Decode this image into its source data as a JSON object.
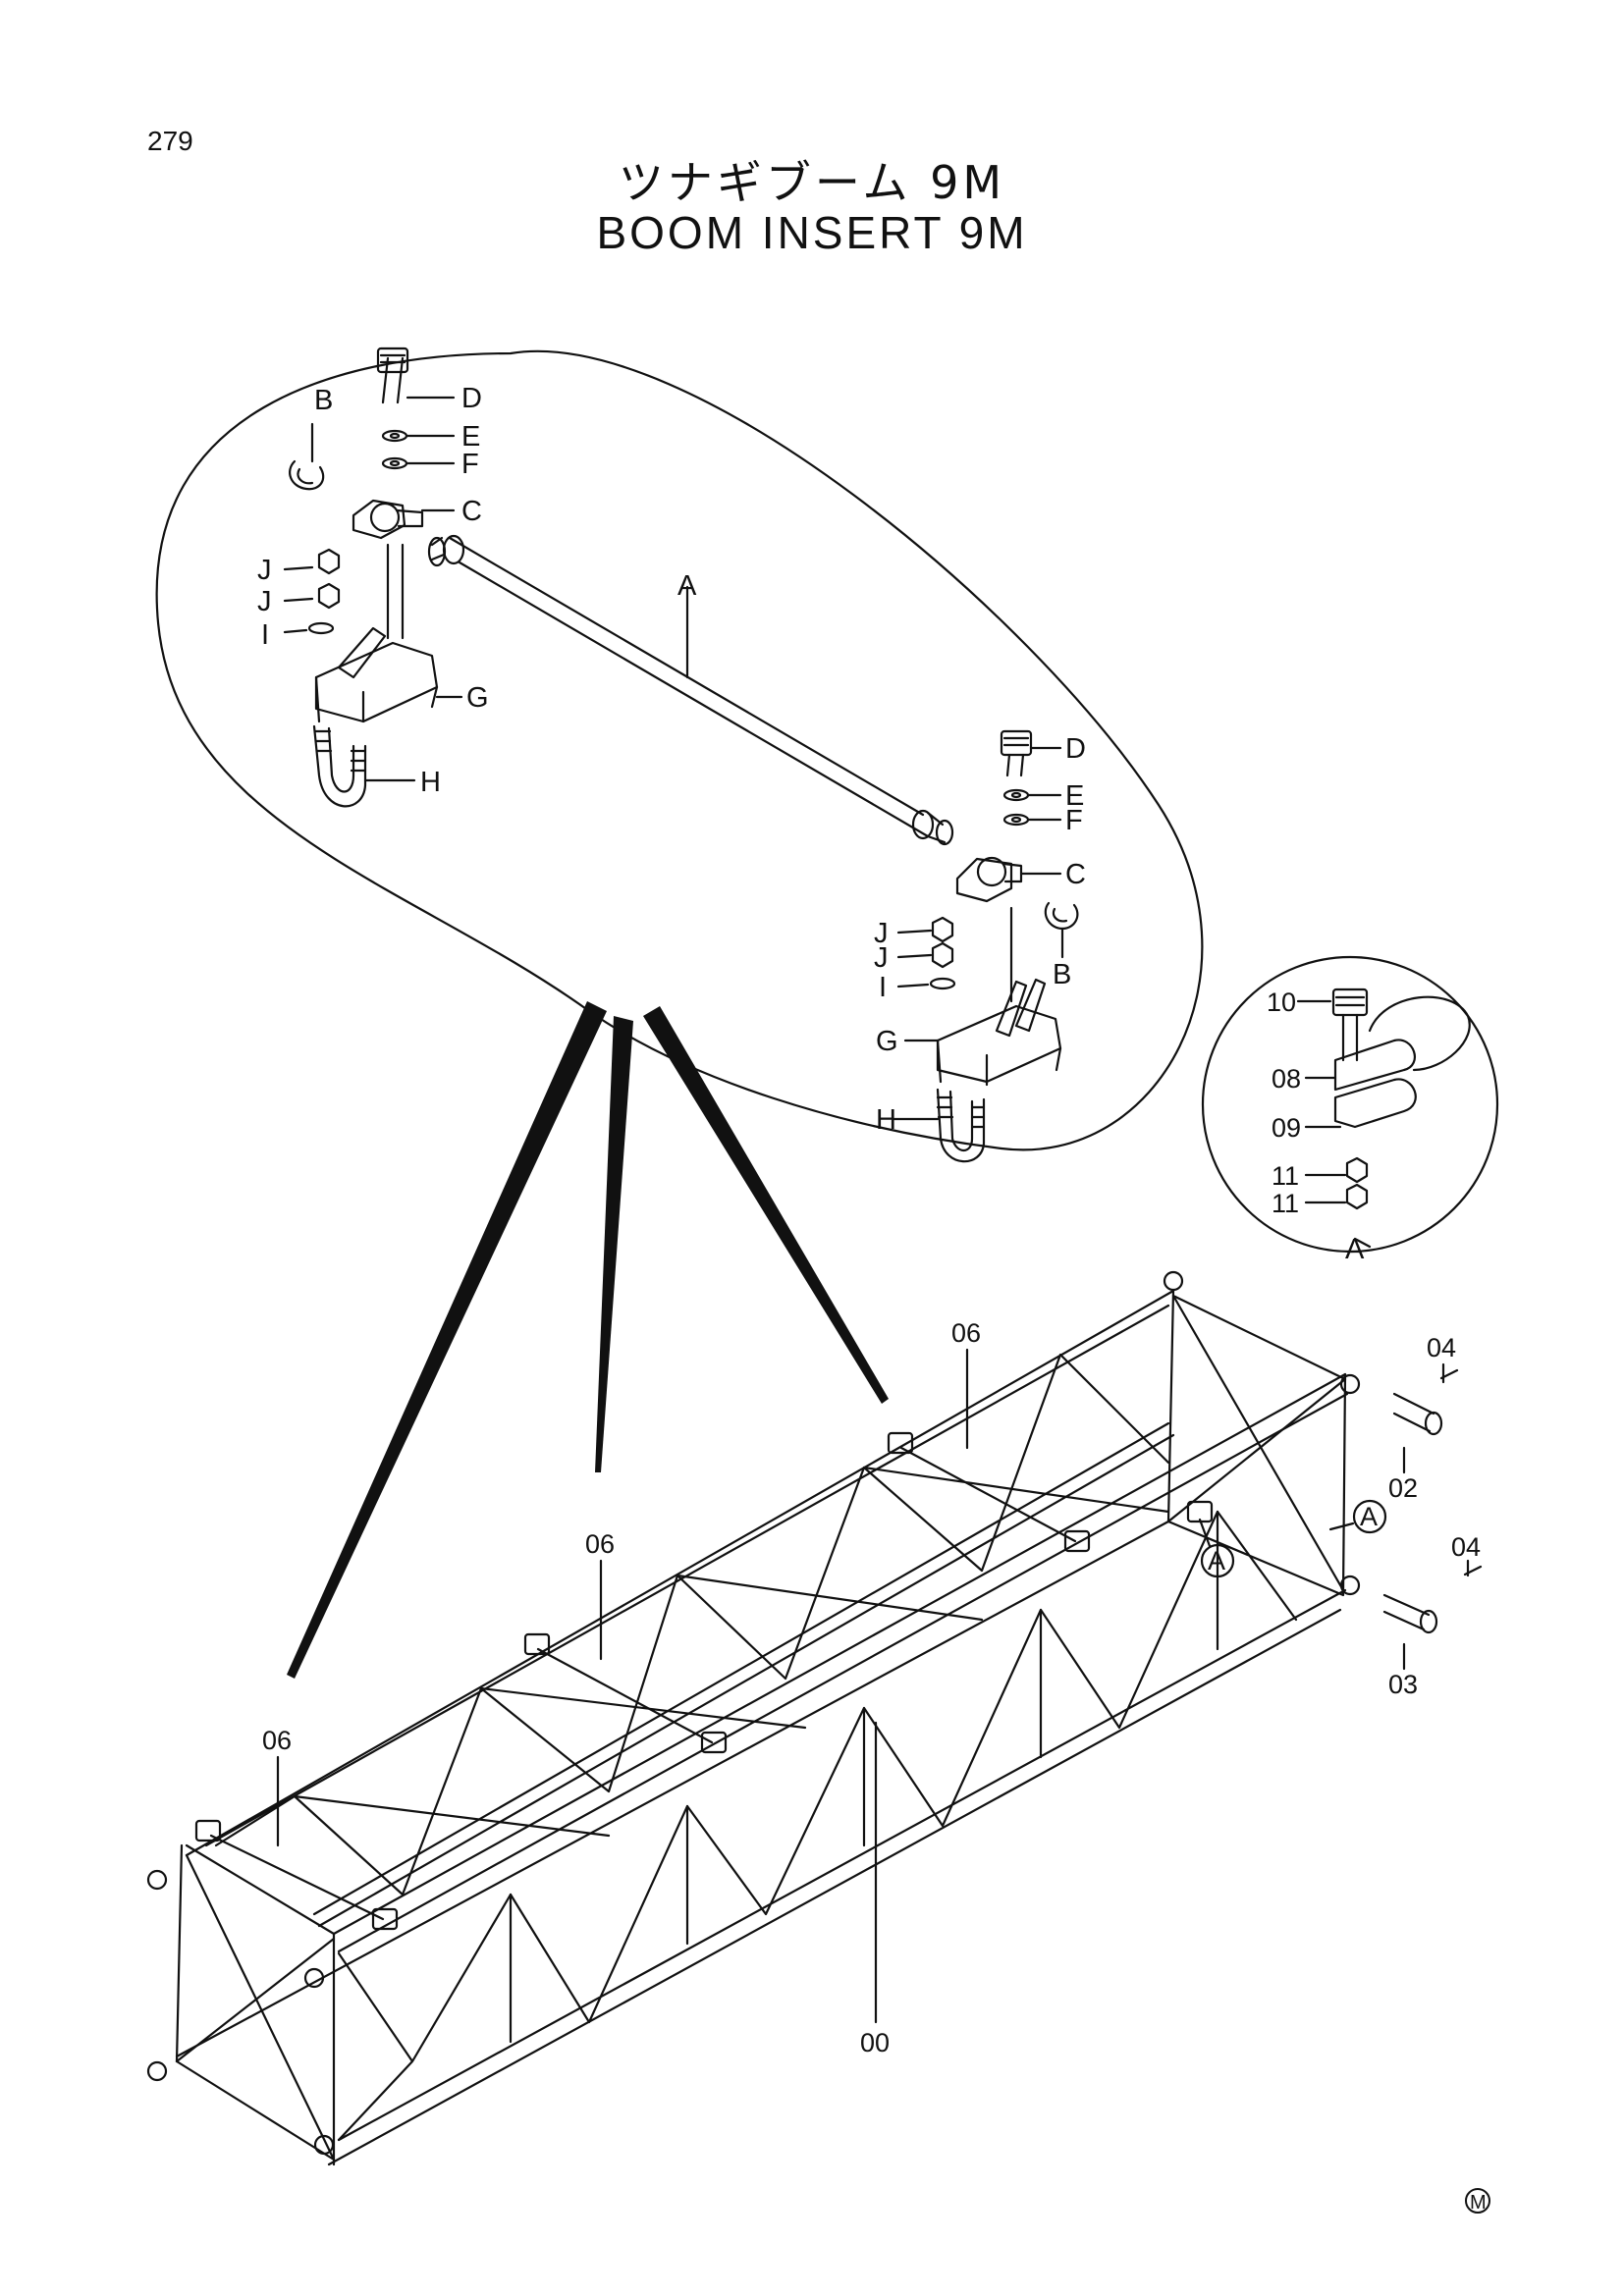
{
  "page_number": "279",
  "title_jp": "ツナギブーム 9M",
  "title_en": "BOOM INSERT 9M",
  "detail_labels": {
    "A": "A",
    "B": "B",
    "C": "C",
    "D": "D",
    "E": "E",
    "F": "F",
    "G": "G",
    "H": "H",
    "I": "I",
    "J": "J"
  },
  "clamp_detail": {
    "parts": [
      "10",
      "08",
      "09",
      "11",
      "11"
    ],
    "ref": "A"
  },
  "assembly_parts": {
    "p00": "00",
    "p02": "02",
    "p03": "03",
    "p04": "04",
    "p06": "06"
  },
  "view_marker": "A",
  "mark": "M",
  "icon_names": [
    "circle-a-marker-icon",
    "circled-m-icon"
  ]
}
